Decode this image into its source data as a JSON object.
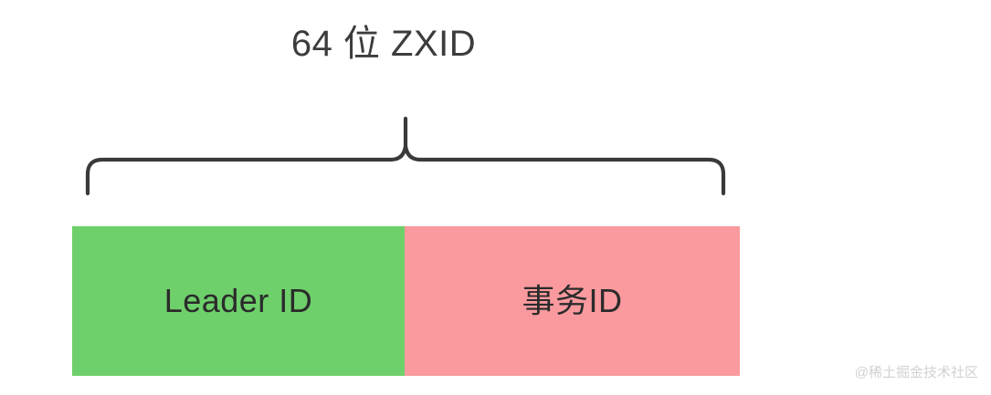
{
  "diagram": {
    "title": "64 位 ZXID",
    "brace": {
      "name": "curly-brace",
      "color": "#3a3a3a",
      "span_label": "64 位 ZXID"
    },
    "segments": [
      {
        "id": "leader-id",
        "label": "Leader ID",
        "color": "#6ed06a",
        "text_color": "#2b2b2b"
      },
      {
        "id": "transaction-id",
        "label": "事务ID",
        "color": "#fa9a9e",
        "text_color": "#2b2b2b"
      }
    ],
    "watermark": "@稀土掘金技术社区",
    "colors": {
      "background": "#ffffff",
      "title_text": "#3c3c3c",
      "stroke": "#3a3a3a",
      "watermark_text": "#d2d2d2"
    }
  }
}
